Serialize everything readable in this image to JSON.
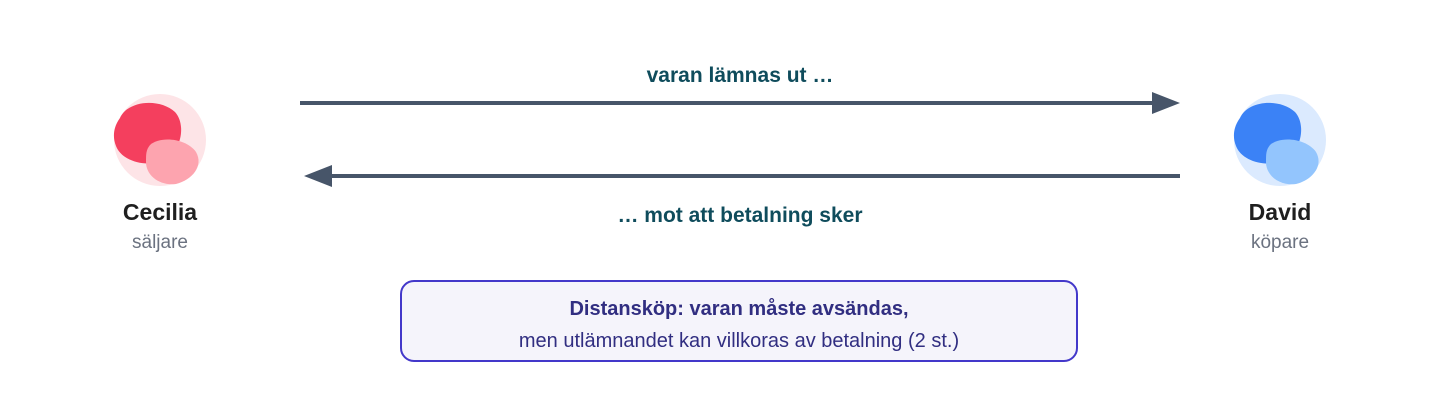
{
  "seller": {
    "name": "Cecilia",
    "role": "säljare",
    "colors": {
      "halo": "#fde4e7",
      "main": "#f43f5e",
      "accent": "#fda4af"
    }
  },
  "buyer": {
    "name": "David",
    "role": "köpare",
    "colors": {
      "halo": "#dbeafe",
      "main": "#3b82f6",
      "accent": "#93c5fd"
    }
  },
  "flows": {
    "goods_label": "varan lämnas ut …",
    "payment_label": "… mot att betalning sker"
  },
  "note": {
    "title": "Distansköp: varan måste avsändas,",
    "subtitle": "men utlämnandet kan villkoras av betalning (2 st.)"
  },
  "colors": {
    "arrow": "#475569",
    "label": "#0f4c5c",
    "note_border": "#4338ca",
    "note_text": "#312e81"
  }
}
